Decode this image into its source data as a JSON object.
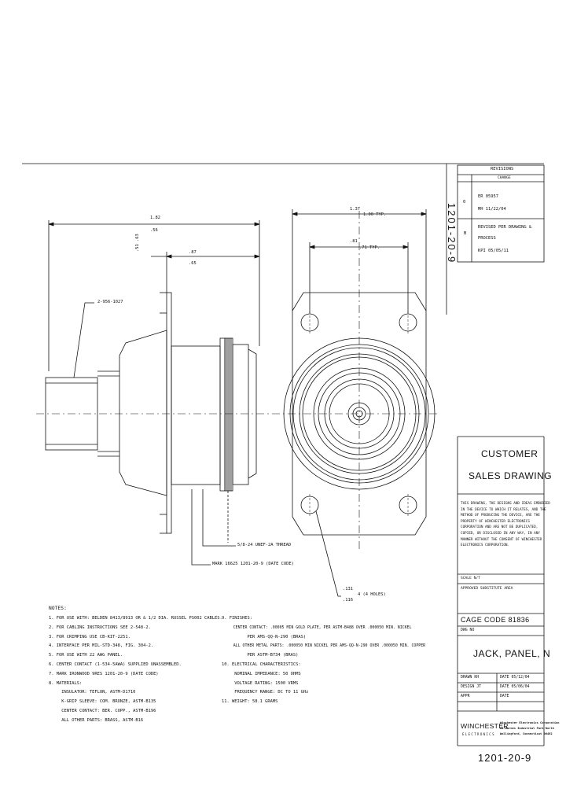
{
  "revisions": {
    "title": "REVISIONS",
    "col_header": "CHANGE",
    "rev_a_letter": "0",
    "rev_a_line1": "ER 05957",
    "rev_a_line2": "MH 11/22/04",
    "rev_b_letter": "B",
    "rev_b_line1": "REVISED PER DRAWING &",
    "rev_b_line2": "PROCESS",
    "rev_b_line3": "KPI      05/05/11"
  },
  "vertical_part_number": "1201-20-9",
  "dimensions": {
    "overall_length": "1.82\n.56",
    "overall_length_a": "1.82",
    "overall_length_b": ".56",
    "sub_length_a": ".87",
    "sub_length_b": ".65",
    "left_height": ".51\n.63",
    "square_width_a": "1.37",
    "square_width_b": "1.00 TYP.",
    "inner_width_a": ".81",
    "inner_width_b": ".71 TYP.",
    "callout_cable": "2-956-1027",
    "callout_thread": "5/8-24 UNEF-2A THREAD",
    "callout_mark": "MARK 16625 1201-20-9 (DATE CODE)",
    "hole_a": ".131",
    "hole_b": ".116",
    "hole_c": "4 (4 HOLES)"
  },
  "notes": {
    "title": "NOTES:",
    "col1": [
      "1. FOR USE WITH: BELDEN 8413/8913 OR & 1/2 DIA. RUSSEL PS002 CABLES.",
      "2. FOR CABLING INSTRUCTIONS SEE 2-548-2.",
      "3. FOR CRIMPING USE CB-KIT-2251.",
      "4. INTERFACE PER MIL-STD-348, FIG. 304-2.",
      "5. FOR USE WITH 22 AWG PANEL.",
      "6. CENTER CONTACT (1-534-5AWA) SUPPLIED UNASSEMBLED.",
      "7. MARK IRONWOOD 9RES 1201-20-9 (DATE CODE)",
      "8. MATERIALS:",
      "     INSULATOR: TEFLON, ASTM-D1710",
      "     K-GRIP SLEEVE: COM. BRONZE, ASTM-B135",
      "     CENTER CONTACT: BER. COPP., ASTM-B196",
      "     ALL OTHER PARTS: BRASS, ASTM-B16"
    ],
    "col2": [
      "9. FINISHES:",
      "     CENTER CONTACT: .00005 MIN GOLD PLATE, PER ASTM-B488 OVER .000050 MIN. NICKEL",
      "          PER AMS-QQ-N-290 (BRAS)",
      "     ALL OTHER METAL PARTS: .000050 MIN NICKEL PER AMS-QQ-N-290 OVER .000050 MIN. COPPER",
      "          PER ASTM-B734 (BRAS)",
      "10. ELECTRICAL CHARACTERISTICS:",
      "     NOMINAL IMPEDANCE: 50 OHMS",
      "     VOLTAGE RATING: 1500 VRMS",
      "     FREQUENCY RANGE: DC TO 11 GHz",
      "11. WEIGHT: 58.1 GRAMS"
    ]
  },
  "title_block": {
    "customer_line1": "CUSTOMER",
    "customer_line2": "SALES DRAWING",
    "notice": [
      "THIS DRAWING, THE DESIGNS AND IDEAS EMBODIED",
      "IN THE DEVICE TO WHICH IT RELATES, AND THE",
      "METHOD OF PRODUCING THE DEVICE, ARE THE",
      "PROPERTY OF WINCHESTER ELECTRONICS",
      "CORPORATION AND ARE NOT BE DUPLICATED,",
      "COPIED, OR DISCLOSED IN ANY WAY, IN ANY",
      "MANNER WITHOUT THE CONSENT OF WINCHESTER",
      "ELECTRONICS CORPORATION."
    ],
    "scale": "SCALE  N/T",
    "approved": "APPROVED SUBSTITUTE AREA",
    "cage": "CAGE CODE 81836",
    "dwg_no": "DWG NO",
    "part_title": "JACK, PANEL, N",
    "drawn_label": "DRAWN  KH",
    "drawn_date": "DATE 05/12/04",
    "design_label": "DESIGN  JT",
    "design_date": "DATE 05/06/04",
    "approved_label": "APPR",
    "approved_date": "DATE",
    "company_logo": "WINCHESTER",
    "company_sub": "ELECTRONICS",
    "company_info_1": "Winchester Electronics Corporation",
    "company_info_2": "62 Barnes Industrial Park North",
    "company_info_3": "Wallingford, Connecticut 06492",
    "part_number": "1201-20-9"
  }
}
